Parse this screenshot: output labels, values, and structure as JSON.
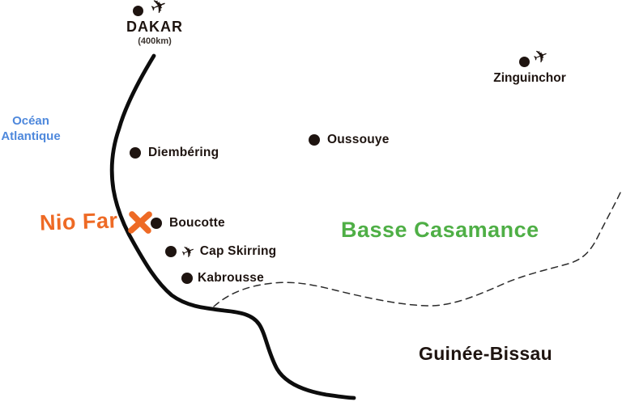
{
  "colors": {
    "ink": "#1e1410",
    "coast": "#0d0d0d",
    "border": "#2b2b2b",
    "orange": "#ee6a25",
    "green": "#4faf46",
    "blue": "#4e88dc"
  },
  "icons": {
    "plane": "✈",
    "city_dot": "dot",
    "x_marker": "orange-cross"
  },
  "ocean": {
    "line1": "Océan",
    "line2": "Atlantique"
  },
  "cities": {
    "dakar": {
      "name": "DAKAR",
      "distance": "(400km)"
    },
    "zinguinchor": {
      "name": "Zinguinchor"
    },
    "diembering": {
      "name": "Diembéring"
    },
    "oussouye": {
      "name": "Oussouye"
    },
    "boucotte": {
      "name": "Boucotte"
    },
    "cap_skirring": {
      "name": "Cap Skirring"
    },
    "kabrousse": {
      "name": "Kabrousse"
    }
  },
  "poi": {
    "nio_far": "Nio Far"
  },
  "region": {
    "name": "Basse Casamance"
  },
  "country": {
    "name": "Guinée-Bissau"
  }
}
